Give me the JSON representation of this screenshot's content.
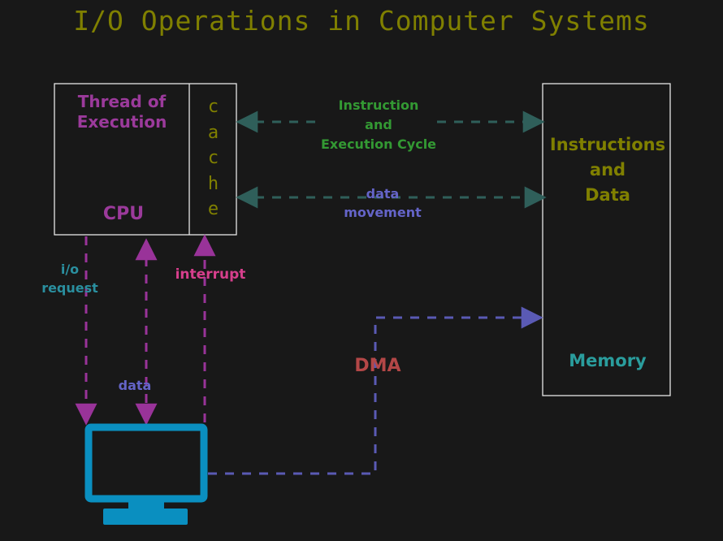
{
  "title": "I/O Operations in Computer Systems",
  "cpu": {
    "thread_label": "Thread of\nExecution",
    "cpu_label": "CPU",
    "cache_letters": [
      "c",
      "a",
      "c",
      "h",
      "e"
    ]
  },
  "memory": {
    "contents_label": "Instructions\nand\nData",
    "memory_label": "Memory"
  },
  "arrows": {
    "instruction_cycle": "Instruction\nand\nExecution Cycle",
    "data_movement": "data\nmovement",
    "io_request": "i/o\nrequest",
    "data": "data",
    "interrupt": "interrupt",
    "dma": "DMA"
  },
  "colors": {
    "title": "#808000",
    "thread": "#9b3a9b",
    "cpu": "#9b3a9b",
    "cache": "#808000",
    "instructions_data": "#808000",
    "memory": "#2a9d9d",
    "instruction_cycle": "#339933",
    "data_movement": "#6464c8",
    "io_request": "#2a8f9f",
    "data": "#6464c8",
    "interrupt": "#d63f8c",
    "dma": "#b34747",
    "dashed_dark": "#2f5f5a",
    "dashed_purple": "#993399",
    "dashed_blue": "#5a5ab4",
    "monitor": "#0a8fc0",
    "box_border": "#e6e6e6"
  }
}
